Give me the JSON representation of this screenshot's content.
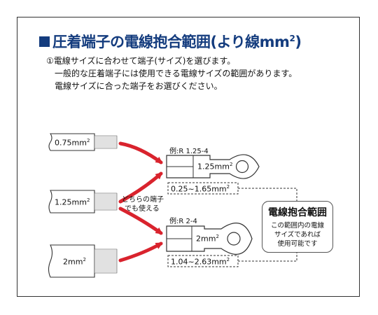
{
  "title": {
    "text": "圧着端子の電線抱合範囲(より線mm",
    "sup": "2",
    "close": ")"
  },
  "description": {
    "line1": "①電線サイズに合わせて端子(サイズ)を選びます。",
    "line2": "一般的な圧着端子には使用できる電線サイズの範囲があります。",
    "line3": "電線サイズに合った端子をお選びください。"
  },
  "wires": [
    {
      "label": "0.75mm",
      "sup": "2"
    },
    {
      "label": "1.25mm",
      "sup": "2"
    },
    {
      "label": "2mm",
      "sup": "2"
    }
  ],
  "terminals": [
    {
      "example": "例:R 1.25-4",
      "size": "1.25mm",
      "sup": "2",
      "range": "0.25~1.65mm",
      "range_sup": "2"
    },
    {
      "example": "例:R 2-4",
      "size": "2mm",
      "sup": "2",
      "range": "1.04~2.63mm",
      "range_sup": "2"
    }
  ],
  "either_note": {
    "line1": "どちらの端子",
    "line2": "でも使える"
  },
  "range_note": {
    "title": "電線抱合範囲",
    "line1": "この範囲内の電線",
    "line2": "サイズであれば",
    "line3": "使用可能です"
  },
  "colors": {
    "title": "#143c7e",
    "arrow": "#d9232d",
    "stroke": "#333333"
  }
}
